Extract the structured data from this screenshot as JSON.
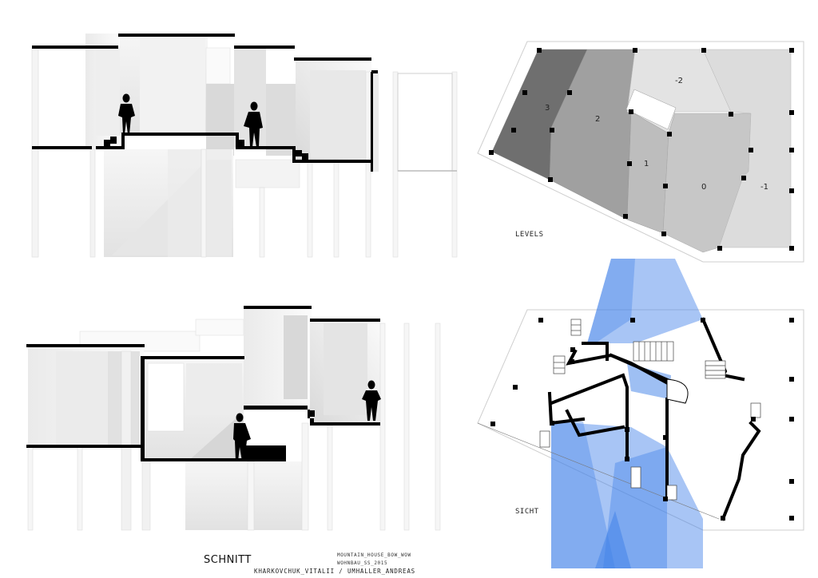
{
  "plans": {
    "levels": {
      "label": "LEVELS",
      "zone_labels": [
        "3",
        "2",
        "-2",
        "1",
        "0",
        "-1"
      ]
    },
    "sight": {
      "label": "SICHT"
    }
  },
  "title_block": {
    "title": "SCHNITT",
    "project": "MOUNTAIN_HOUSE_BOW_WOW",
    "course": "WOHNBAU_SS_2015",
    "authors": "KHARKOVCHUK_VITALII / UMHALLER_ANDREAS"
  },
  "colors": {
    "line": "#000000",
    "sight_blue": "#3d7fe8",
    "level_dark": "#6e6e6e",
    "level_mid": "#9c9c9c",
    "level_light": "#c8c8c8",
    "level_lightest": "#dedede"
  }
}
